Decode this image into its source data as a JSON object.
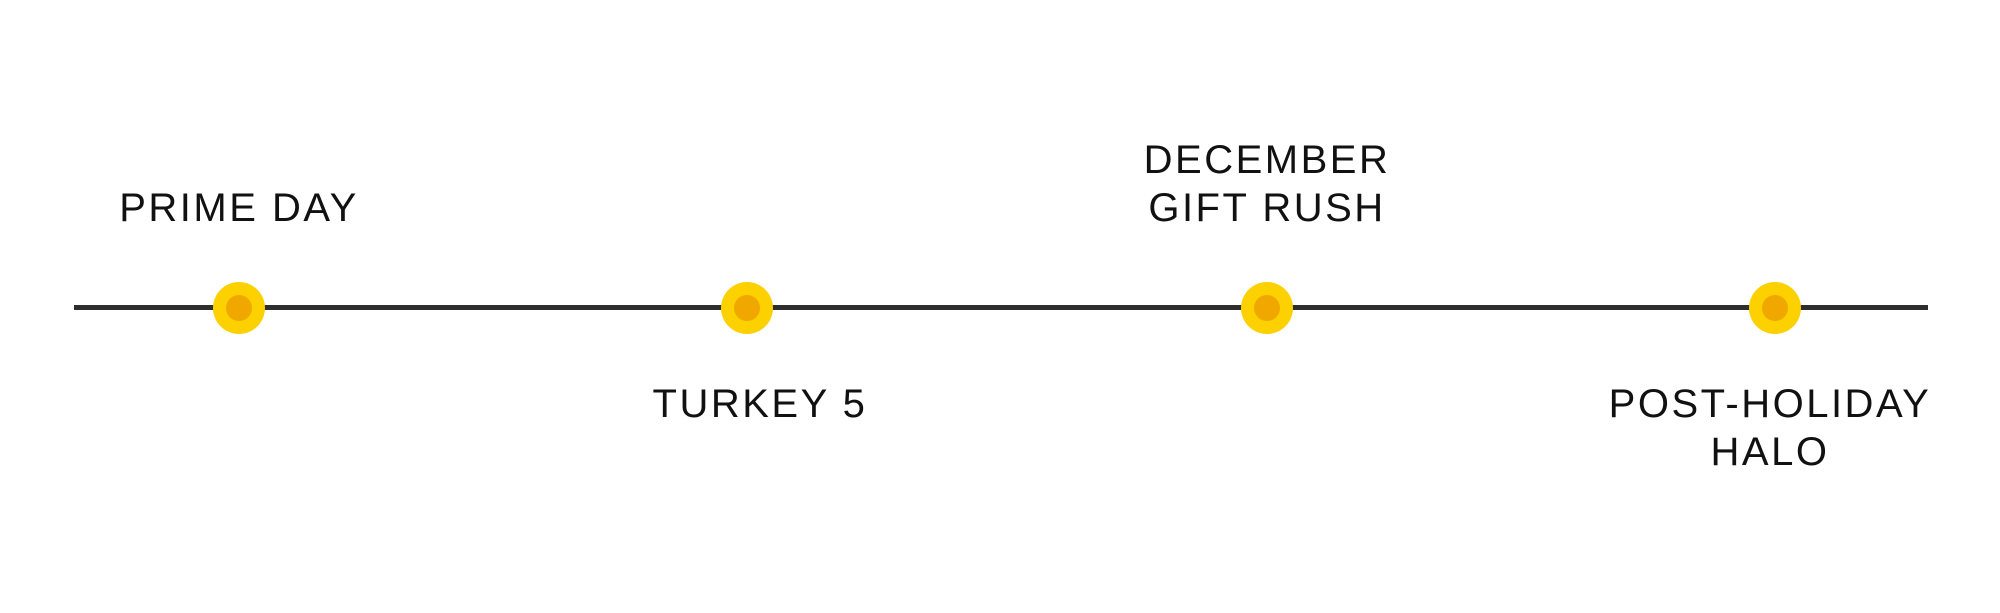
{
  "timeline": {
    "milestones": [
      {
        "label": "PRIME DAY",
        "position": "above",
        "dot_color": "#fdd000"
      },
      {
        "label": "TURKEY 5",
        "position": "below",
        "dot_color": "#fdd000"
      },
      {
        "label": "DECEMBER\nGIFT RUSH",
        "position": "above",
        "dot_color": "#fdd000"
      },
      {
        "label": "POST-HOLIDAY\nHALO",
        "position": "below",
        "dot_color": "#fdd000"
      }
    ],
    "colors": {
      "line": "#2e2e2e",
      "dot_outer": "#fdd000",
      "dot_inner": "#f0a800",
      "text": "#111111"
    }
  }
}
